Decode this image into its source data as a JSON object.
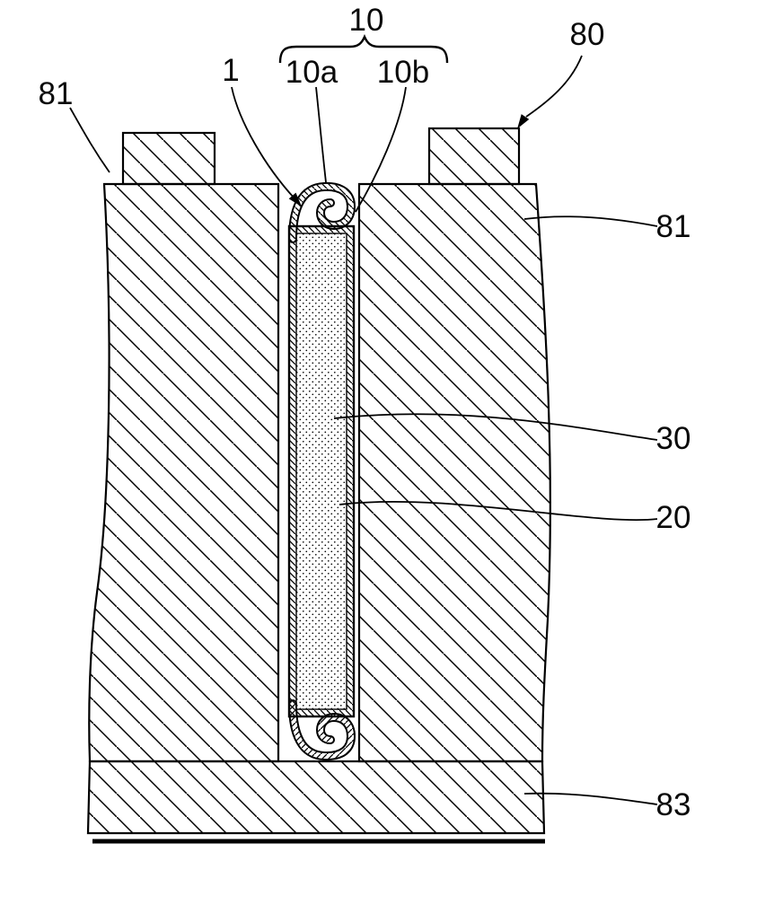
{
  "figure": {
    "type": "patent-cross-section-diagram",
    "background": "#ffffff",
    "stroke_color": "#000000",
    "labels": {
      "n10": "10",
      "n10a": "10a",
      "n10b": "10b",
      "n1": "1",
      "n80": "80",
      "n81_left": "81",
      "n81_right": "81",
      "n30": "30",
      "n20": "20",
      "n83": "83"
    }
  }
}
